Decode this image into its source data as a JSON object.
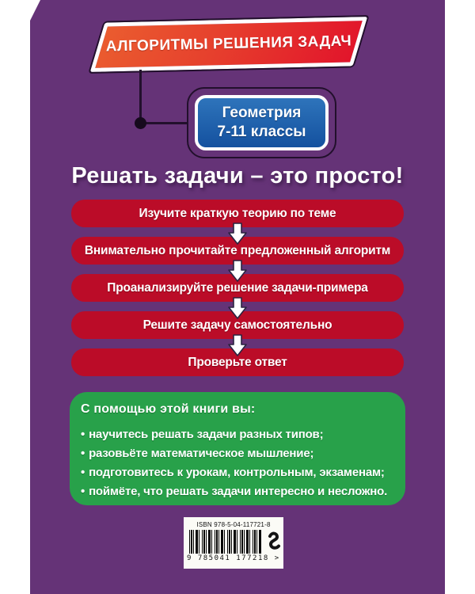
{
  "banner": {
    "label": "АЛГОРИТМЫ РЕШЕНИЯ ЗАДАЧ"
  },
  "badge": {
    "line1": "Геометрия",
    "line2": "7-11 классы"
  },
  "heading": "Решать задачи – это просто!",
  "steps": [
    "Изучите краткую теорию по теме",
    "Внимательно прочитайте предложенный алгоритм",
    "Проанализируйте решение задачи-примера",
    "Решите задачу самостоятельно",
    "Проверьте ответ"
  ],
  "benefits": {
    "title": "С помощью этой книги вы:",
    "bullet": "•",
    "items": [
      "научитесь решать задачи разных типов;",
      "разовьёте математическое мышление;",
      "подготовитесь к урокам, контрольным, экзаменам;",
      "поймёте, что решать задачи интересно и несложно."
    ]
  },
  "barcode": {
    "isbn": "ISBN 978-5-04-117721-8",
    "number": "9 785041 177218 >"
  },
  "colors": {
    "cover_purple": "#653377",
    "step_red": "#bb0c28",
    "banner_orange": "#ea5c2f",
    "banner_red": "#e2152b",
    "badge_blue": "#1d63ae",
    "benefits_green": "#28a14a",
    "outline_dark": "#22102c"
  }
}
